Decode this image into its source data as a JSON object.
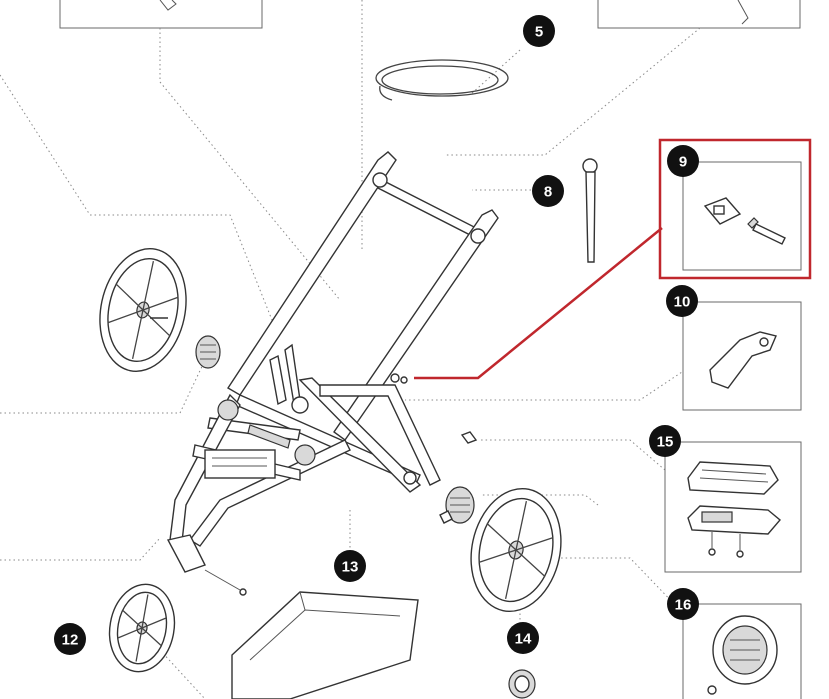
{
  "diagram": {
    "callouts": [
      {
        "id": "callout-5",
        "label": "5"
      },
      {
        "id": "callout-8",
        "label": "8"
      },
      {
        "id": "callout-9",
        "label": "9"
      },
      {
        "id": "callout-10",
        "label": "10"
      },
      {
        "id": "callout-12",
        "label": "12"
      },
      {
        "id": "callout-13",
        "label": "13"
      },
      {
        "id": "callout-14",
        "label": "14"
      },
      {
        "id": "callout-15",
        "label": "15"
      },
      {
        "id": "callout-16",
        "label": "16"
      }
    ],
    "colors": {
      "highlight": "#c0272d",
      "badge": "#111111",
      "ink": "#333333",
      "leader": "#888888"
    }
  }
}
